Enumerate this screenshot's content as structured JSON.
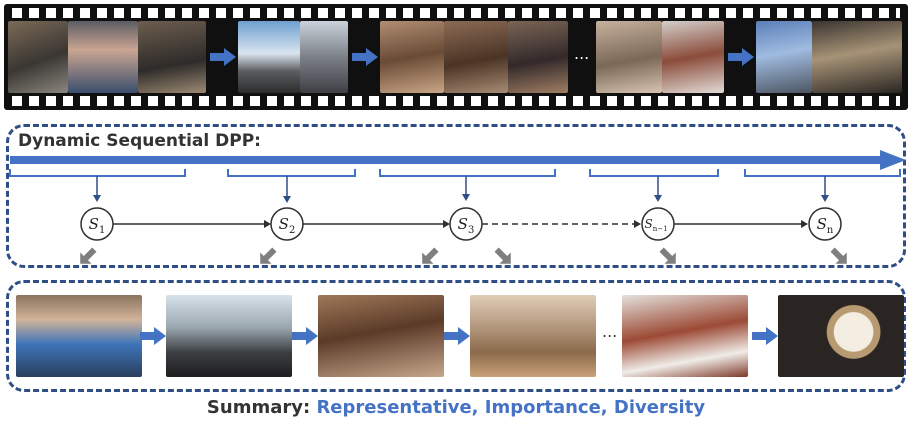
{
  "filmstrip": {
    "ellipsis": "..."
  },
  "dpp": {
    "title": "Dynamic Sequential DPP:",
    "nodes": [
      {
        "base": "S",
        "sub": "1"
      },
      {
        "base": "S",
        "sub": "2"
      },
      {
        "base": "S",
        "sub": "3"
      },
      {
        "base": "S",
        "sub": "n−1"
      },
      {
        "base": "S",
        "sub": "n"
      }
    ]
  },
  "summary": {
    "ellipsis": "...",
    "caption_prefix": "Summary: ",
    "caption_terms": "Representative, Importance, Diversity"
  },
  "colors": {
    "accent_blue": "#4472c4",
    "dashed_border": "#2f4e86",
    "grey_arrow": "#7f7f7f",
    "film_black": "#101010",
    "caption_dark": "#333333"
  }
}
